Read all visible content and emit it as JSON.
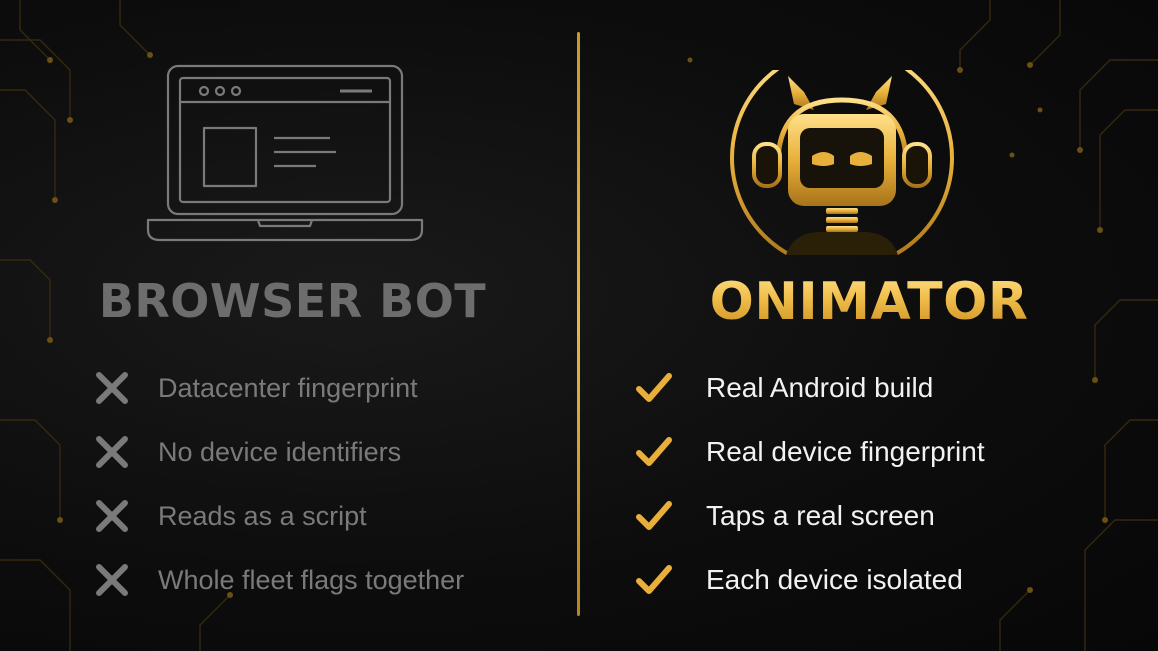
{
  "left": {
    "title": "BROWSER BOT",
    "items": [
      {
        "label": "Datacenter fingerprint",
        "icon": "x-icon"
      },
      {
        "label": "No device identifiers",
        "icon": "x-icon"
      },
      {
        "label": "Reads as a script",
        "icon": "x-icon"
      },
      {
        "label": "Whole fleet flags together",
        "icon": "x-icon"
      }
    ],
    "illustration": "laptop-icon"
  },
  "right": {
    "title": "ONIMATOR",
    "items": [
      {
        "label": "Real Android build",
        "icon": "check-icon"
      },
      {
        "label": "Real device fingerprint",
        "icon": "check-icon"
      },
      {
        "label": "Taps a real screen",
        "icon": "check-icon"
      },
      {
        "label": "Each device isolated",
        "icon": "check-icon"
      }
    ],
    "illustration": "robot-logo-icon"
  },
  "colors": {
    "background": "#0a0a0a",
    "gold": "#e6b23a",
    "grey_title": "#6d6d6d",
    "grey_text": "#7a7a7a",
    "white_text": "#f2f2f2"
  }
}
